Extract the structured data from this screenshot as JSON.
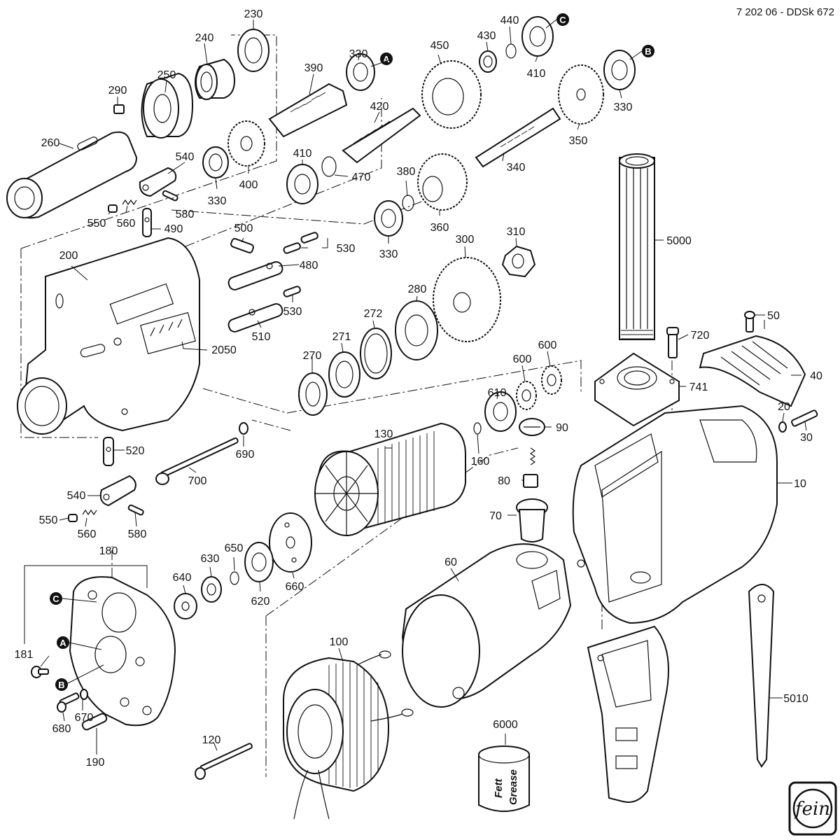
{
  "header": {
    "code": "7 202 06 - DDSk 672"
  },
  "parts": {
    "p10": "10",
    "p20": "20",
    "p30": "30",
    "p40": "40",
    "p50": "50",
    "p60": "60",
    "p70": "70",
    "p80": "80",
    "p90": "90",
    "p100": "100",
    "p120": "120",
    "p130": "130",
    "p160": "160",
    "p180": "180",
    "p181": "181",
    "p190": "190",
    "p200": "200",
    "p230": "230",
    "p240": "240",
    "p250": "250",
    "p260": "260",
    "p270": "270",
    "p271": "271",
    "p272": "272",
    "p280": "280",
    "p290": "290",
    "p300": "300",
    "p310": "310",
    "p330a": "330",
    "p330b": "330",
    "p330c": "330",
    "p330d": "330",
    "p340": "340",
    "p350": "350",
    "p360": "360",
    "p380": "380",
    "p390": "390",
    "p400": "400",
    "p410a": "410",
    "p410b": "410",
    "p420": "420",
    "p430": "430",
    "p440": "440",
    "p450": "450",
    "p470": "470",
    "p480": "480",
    "p490": "490",
    "p500": "500",
    "p510": "510",
    "p520": "520",
    "p530a": "530",
    "p530b": "530",
    "p540a": "540",
    "p540b": "540",
    "p550a": "550",
    "p550b": "550",
    "p560a": "560",
    "p560b": "560",
    "p580a": "580",
    "p580b": "580",
    "p600a": "600",
    "p600b": "600",
    "p610": "610",
    "p620": "620",
    "p630": "630",
    "p640": "640",
    "p650": "650",
    "p660": "660",
    "p670": "670",
    "p680": "680",
    "p690": "690",
    "p700": "700",
    "p720": "720",
    "p741": "741",
    "p2050": "2050",
    "p5000": "5000",
    "p5010": "5010",
    "p6000": "6000"
  },
  "markers": {
    "a": "A",
    "b": "B",
    "c": "C"
  },
  "grease_can": {
    "line1": "Fett",
    "line2": "Grease"
  },
  "logo": {
    "text": "fein"
  }
}
